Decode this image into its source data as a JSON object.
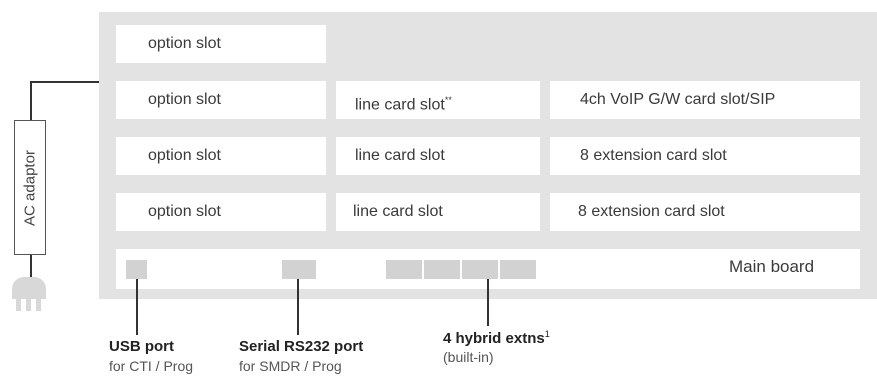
{
  "slots": {
    "row1": {
      "option": "option slot"
    },
    "row2": {
      "option": "option slot",
      "line": "line card slot",
      "line_mark": "**",
      "extra": "4ch VoIP G/W card slot/SIP"
    },
    "row3": {
      "option": "option slot",
      "line": "line card slot",
      "extra": "8 extension card slot"
    },
    "row4": {
      "option": "option slot",
      "line": "line card slot",
      "extra": "8 extension card slot"
    }
  },
  "main_board": {
    "label": "Main board"
  },
  "adaptor": {
    "label": "AC adaptor"
  },
  "callouts": {
    "usb": {
      "title": "USB port",
      "subtitle": "for CTI / Prog"
    },
    "serial": {
      "title": "Serial RS232 port",
      "subtitle": "for SMDR / Prog"
    },
    "hybrid": {
      "title": "4 hybrid extns",
      "mark": "1",
      "subtitle": "(built-in)"
    }
  },
  "colors": {
    "chassis": "#e3e3e3",
    "slot": "#ffffff",
    "port": "#d2d2d2",
    "line": "#333333"
  }
}
